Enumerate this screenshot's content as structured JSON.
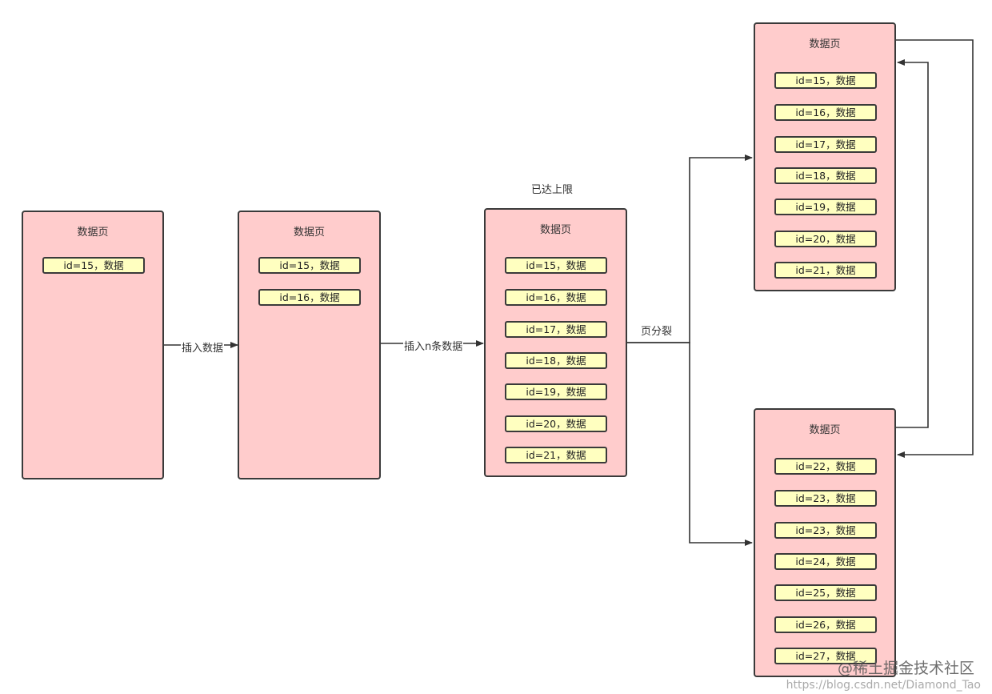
{
  "pages": [
    {
      "title": "数据页",
      "records": [
        "id=15，数据"
      ]
    },
    {
      "title": "数据页",
      "records": [
        "id=15，数据",
        "id=16，数据"
      ]
    },
    {
      "title": "数据页",
      "records": [
        "id=15，数据",
        "id=16，数据",
        "id=17，数据",
        "id=18，数据",
        "id=19，数据",
        "id=20，数据",
        "id=21，数据"
      ]
    },
    {
      "title": "数据页",
      "records": [
        "id=15，数据",
        "id=16，数据",
        "id=17，数据",
        "id=18，数据",
        "id=19，数据",
        "id=20，数据",
        "id=21，数据"
      ]
    },
    {
      "title": "数据页",
      "records": [
        "id=22，数据",
        "id=23，数据",
        "id=23，数据",
        "id=24，数据",
        "id=25，数据",
        "id=26，数据",
        "id=27，数据"
      ]
    }
  ],
  "labels": {
    "insert_one": "插入数据",
    "insert_n": "插入n条数据",
    "limit_reached": "已达上限",
    "page_split": "页分裂"
  },
  "watermark": {
    "brand": "@稀土掘金技术社区",
    "url": "https://blog.csdn.net/Diamond_Tao"
  },
  "colors": {
    "page_fill": "#ffcccc",
    "record_fill": "#ffffc0",
    "stroke": "#3a3a3a"
  }
}
